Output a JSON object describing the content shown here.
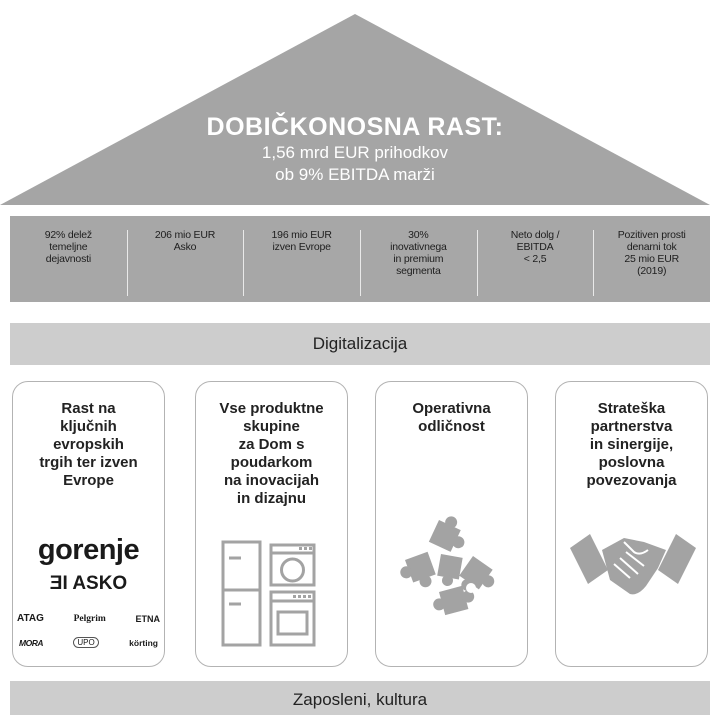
{
  "roof": {
    "title": "DOBIČKONOSNA RAST:",
    "line1": "1,56 mrd EUR prihodkov",
    "line2": "ob 9% EBITDA marži"
  },
  "metrics": [
    "92% delež\ntemeljne\ndejavnosti",
    "206 mio EUR\nAsko",
    "196 mio EUR\nizven Evrope",
    "30%\ninovativnega\nin premium\nsegmenta",
    "Neto dolg /\nEBITDA\n< 2,5",
    "Pozitiven prosti\ndenarni tok\n25 mio EUR\n(2019)"
  ],
  "digitalization": "Digitalizacija",
  "pillars": [
    {
      "title": "Rast na\nključnih\nevropskih\ntrgih ter izven\nEvrope",
      "icon": "brand-logos"
    },
    {
      "title": "Vse produktne\nskupine\nza Dom s\npoudarkom\nna inovacijah\nin dizajnu",
      "icon": "appliances-icon"
    },
    {
      "title": "Operativna\nodličnost",
      "icon": "puzzle-icon"
    },
    {
      "title": "Strateška\npartnerstva\nin sinergije,\nposlovna\npovezovanja",
      "icon": "handshake-icon"
    }
  ],
  "brands": {
    "gorenje": "gorenje",
    "asko": "ASKO",
    "asko_mark": "ƎI",
    "atag": "ATAG",
    "pelgrim": "Pelgrim",
    "etna": "ETNA",
    "mora": "MORA",
    "upo": "UPO",
    "korting": "körting"
  },
  "culture": "Zaposleni, kultura",
  "colors": {
    "roof": "#a5a5a5",
    "metrics_band": "#a7a7a7",
    "light_band": "#cdcdcd",
    "icon_gray": "#a3a3a3"
  }
}
